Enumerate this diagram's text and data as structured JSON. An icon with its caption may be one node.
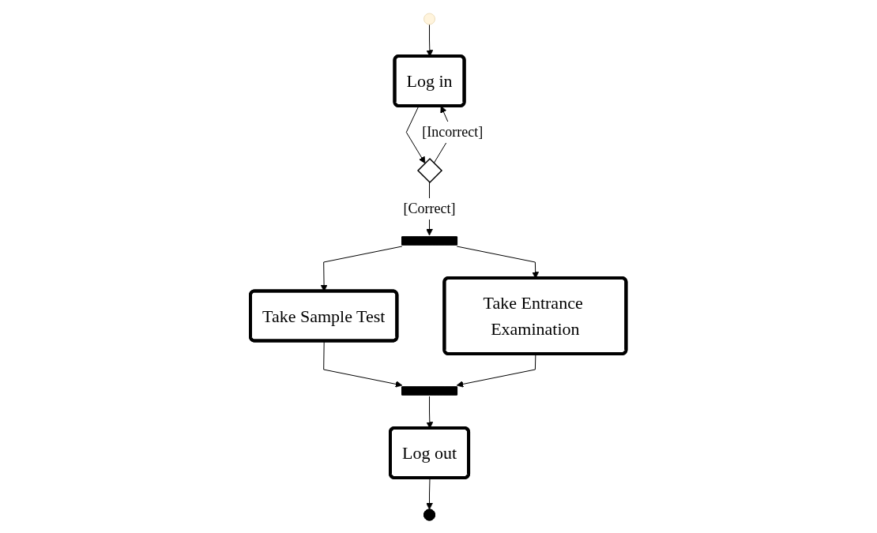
{
  "diagram": {
    "nodes": [
      {
        "text": [],
        "shape": "circle"
      },
      {
        "text": [
          "Log in"
        ]
      },
      {
        "text": [],
        "shape": "diamond"
      },
      {
        "text": [],
        "shape": "bar"
      },
      {
        "text": [
          "Take Sample Test"
        ]
      },
      {
        "text": [
          "Take Entrance Examination"
        ]
      },
      {
        "text": [],
        "shape": "bar"
      },
      {
        "text": [
          "Log out"
        ]
      },
      {
        "text": [],
        "shape": "circle"
      }
    ],
    "edges": [
      {
        "from": 0,
        "to": 1,
        "arrow": "to"
      },
      {
        "from": 1,
        "to": 2,
        "arrow": "to"
      },
      {
        "from": 2,
        "to": 1,
        "arrow": "to",
        "label": "[Incorrect]"
      },
      {
        "from": 2,
        "to": 3,
        "arrow": "to",
        "label": "[Correct]"
      },
      {
        "from": 3,
        "to": 4,
        "arrow": "to"
      },
      {
        "from": 3,
        "to": 5,
        "arrow": "to"
      },
      {
        "from": 4,
        "to": 6,
        "arrow": "to"
      },
      {
        "from": 5,
        "to": 6,
        "arrow": "to"
      },
      {
        "from": 6,
        "to": 7,
        "arrow": "to"
      },
      {
        "from": 7,
        "to": 8,
        "arrow": "to"
      }
    ]
  }
}
